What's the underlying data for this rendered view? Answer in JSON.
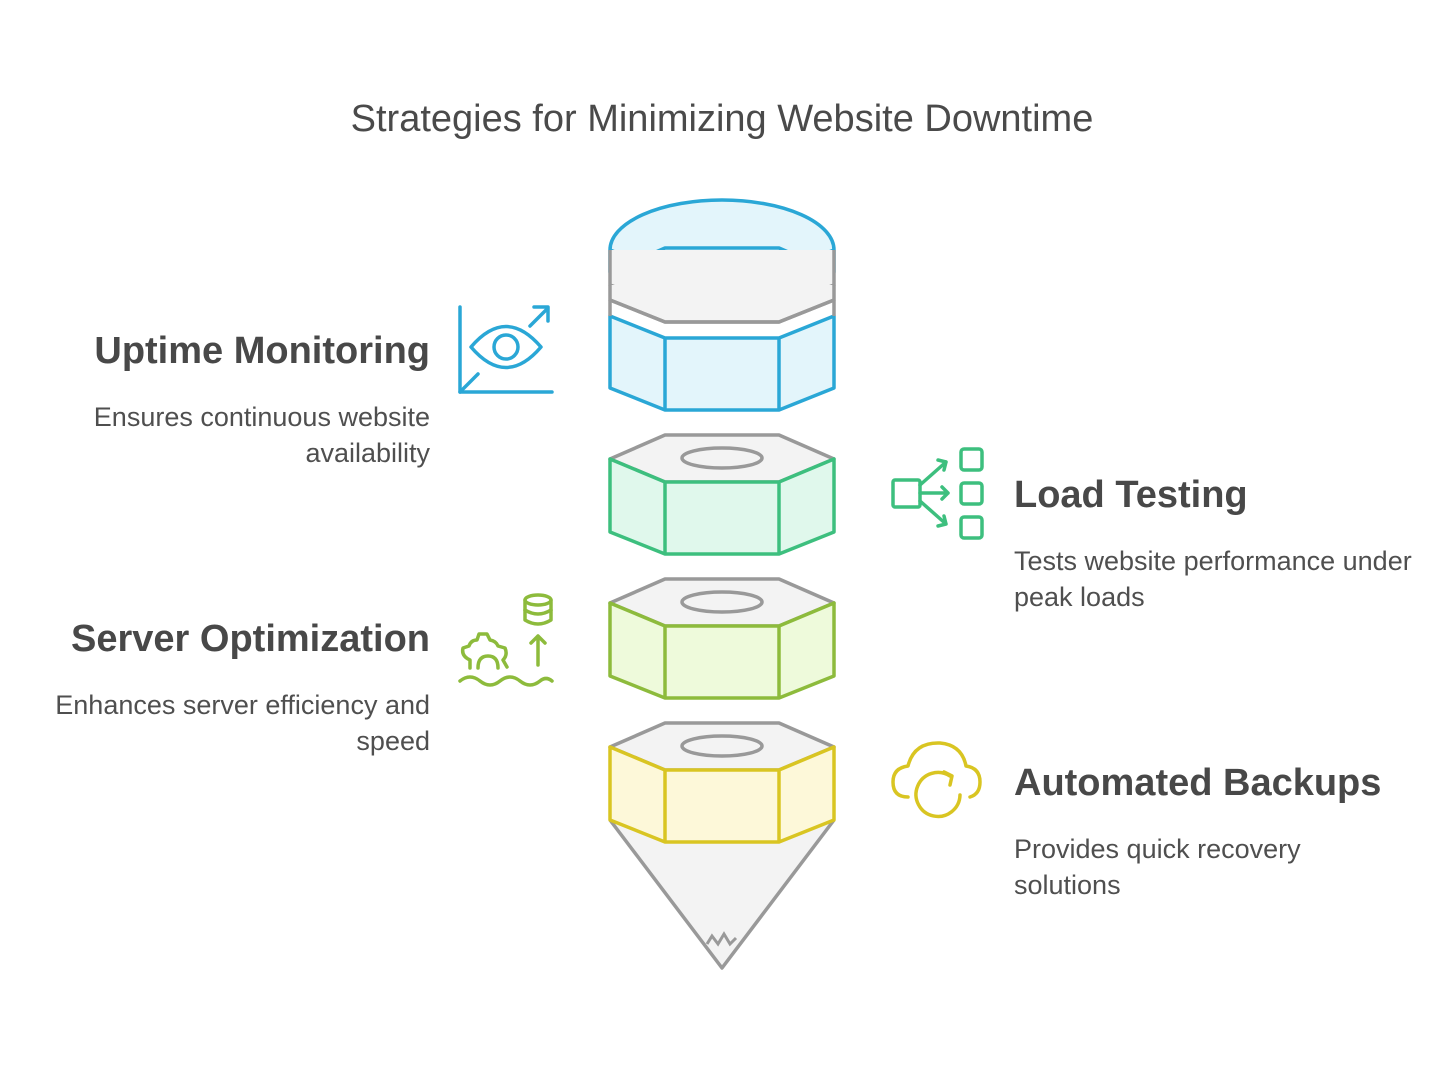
{
  "title": "Strategies for Minimizing Website Downtime",
  "items": [
    {
      "title": "Uptime Monitoring",
      "description": "Ensures continuous website availability",
      "color": "#2aa7d6",
      "fill": "#e3f5fb",
      "icon": "eye-chart-icon"
    },
    {
      "title": "Load Testing",
      "description": "Tests website performance under peak loads",
      "color": "#3dbf7e",
      "fill": "#e0f8ec",
      "icon": "branching-boxes-icon"
    },
    {
      "title": "Server Optimization",
      "description": "Enhances server efficiency and speed",
      "color": "#8dbb3c",
      "fill": "#eefadb",
      "icon": "gear-database-icon"
    },
    {
      "title": "Automated Backups",
      "description": "Provides quick recovery solutions",
      "color": "#d9c522",
      "fill": "#fdf8d9",
      "icon": "cloud-refresh-icon"
    }
  ],
  "colors": {
    "neutral_stroke": "#999999",
    "neutral_fill": "#f3f3f3"
  }
}
